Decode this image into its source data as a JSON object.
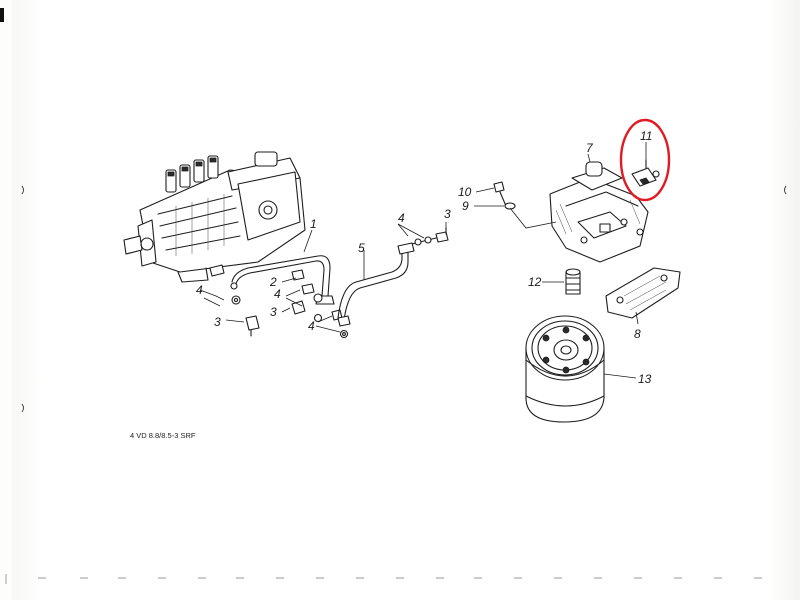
{
  "diagram": {
    "caption": "4 VD 8.8/8.5-3 SRF",
    "callouts": [
      {
        "id": "c1",
        "label": "1"
      },
      {
        "id": "c2",
        "label": "2"
      },
      {
        "id": "c3a",
        "label": "3"
      },
      {
        "id": "c3b",
        "label": "3"
      },
      {
        "id": "c3c",
        "label": "3"
      },
      {
        "id": "c4a",
        "label": "4"
      },
      {
        "id": "c4b",
        "label": "4"
      },
      {
        "id": "c4c",
        "label": "4"
      },
      {
        "id": "c4d",
        "label": "4"
      },
      {
        "id": "c5",
        "label": "5"
      },
      {
        "id": "c7",
        "label": "7"
      },
      {
        "id": "c8",
        "label": "8"
      },
      {
        "id": "c9",
        "label": "9"
      },
      {
        "id": "c10",
        "label": "10"
      },
      {
        "id": "c11",
        "label": "11"
      },
      {
        "id": "c12",
        "label": "12"
      },
      {
        "id": "c13",
        "label": "13"
      }
    ],
    "highlight": {
      "target": "11",
      "color": "#e01b24"
    },
    "line_color": "#1e1e1e"
  }
}
